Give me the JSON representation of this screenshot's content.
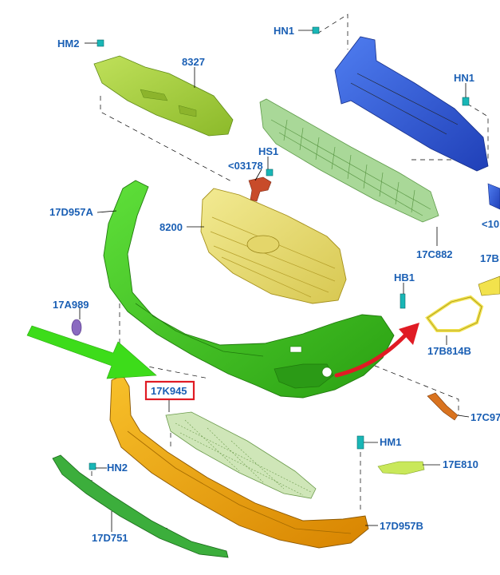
{
  "figure": {
    "colors": {
      "callout_text": "#1a5fb4",
      "highlight_box": "#e01b24",
      "pointer_arrow": "#3ddc1a",
      "return_arrow": "#e01b24",
      "bumper_cover": "#3fc51a",
      "lower_cover": "#e8a000",
      "grille": "#e8de73",
      "reinforcement": "#2b55d6",
      "absorber": "#9cd18a",
      "shield": "#a6d23c",
      "lower_grille": "#7fbf4f",
      "spoiler": "#3cae3c",
      "bezel": "#f2e24c",
      "reflector": "#c9e85a",
      "bracket": "#d9731f",
      "fastener": "#19b6b6"
    },
    "callouts": {
      "hn1_top": "HN1",
      "hn1_right": "HN1",
      "hm2": "HM2",
      "part_8327": "8327",
      "hs1": "HS1",
      "part_03178": "<03178",
      "part_17d957a": "17D957A",
      "part_8200": "8200",
      "part_17c882": "17C882",
      "part_10_partial": "<10",
      "part_17b_partial": "17B",
      "hb1": "HB1",
      "part_17a989": "17A989",
      "part_17b814b": "17B814B",
      "part_17k945": "17K945",
      "part_17c97_partial": "17C97",
      "hm1": "HM1",
      "hn2": "HN2",
      "part_17e810": "17E810",
      "part_17d957b": "17D957B",
      "part_17d751": "17D751"
    }
  }
}
